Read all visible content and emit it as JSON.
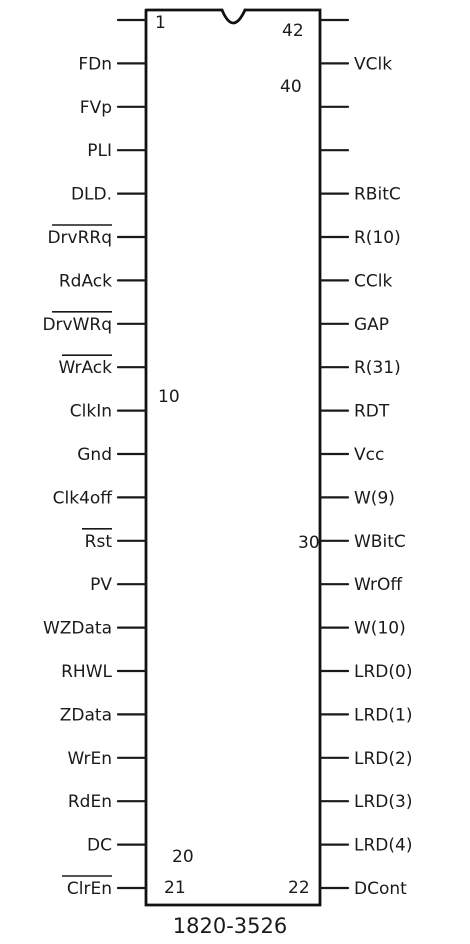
{
  "chip": {
    "part_number": "1820-3526",
    "pin_markers": {
      "pin1": "1",
      "pin10": "10",
      "pin20": "20",
      "pin21": "21",
      "pin22": "22",
      "pin30": "30",
      "pin40": "40",
      "pin42": "42"
    }
  },
  "left_pins": [
    {
      "label": "",
      "overline": false
    },
    {
      "label": "FDn",
      "overline": false
    },
    {
      "label": "FVp",
      "overline": false
    },
    {
      "label": "PLI",
      "overline": false
    },
    {
      "label": "DLD.",
      "overline": false
    },
    {
      "label": "DrvRRq",
      "overline": true
    },
    {
      "label": "RdAck",
      "overline": false
    },
    {
      "label": "DrvWRq",
      "overline": true
    },
    {
      "label": "WrAck",
      "overline": true
    },
    {
      "label": "ClkIn",
      "overline": false
    },
    {
      "label": "Gnd",
      "overline": false
    },
    {
      "label": "Clk4off",
      "overline": false
    },
    {
      "label": "Rst",
      "overline": true
    },
    {
      "label": "PV",
      "overline": false
    },
    {
      "label": "WZData",
      "overline": false
    },
    {
      "label": "RHWL",
      "overline": false
    },
    {
      "label": "ZData",
      "overline": false
    },
    {
      "label": "WrEn",
      "overline": false
    },
    {
      "label": "RdEn",
      "overline": false
    },
    {
      "label": "DC",
      "overline": false
    },
    {
      "label": "ClrEn",
      "overline": true
    }
  ],
  "right_pins": [
    {
      "label": "",
      "overline": false
    },
    {
      "label": "VClk",
      "overline": false
    },
    {
      "label": "",
      "overline": false
    },
    {
      "label": "",
      "overline": false
    },
    {
      "label": "RBitC",
      "overline": false
    },
    {
      "label": "R(10)",
      "overline": false
    },
    {
      "label": "CClk",
      "overline": false
    },
    {
      "label": "GAP",
      "overline": false
    },
    {
      "label": "R(31)",
      "overline": false
    },
    {
      "label": "RDT",
      "overline": false
    },
    {
      "label": "Vcc",
      "overline": false
    },
    {
      "label": "W(9)",
      "overline": false
    },
    {
      "label": "WBitC",
      "overline": false
    },
    {
      "label": "WrOff",
      "overline": false
    },
    {
      "label": "W(10)",
      "overline": false
    },
    {
      "label": "LRD(0)",
      "overline": false
    },
    {
      "label": "LRD(1)",
      "overline": false
    },
    {
      "label": "LRD(2)",
      "overline": false
    },
    {
      "label": "LRD(3)",
      "overline": false
    },
    {
      "label": "LRD(4)",
      "overline": false
    },
    {
      "label": "DCont",
      "overline": false
    }
  ]
}
